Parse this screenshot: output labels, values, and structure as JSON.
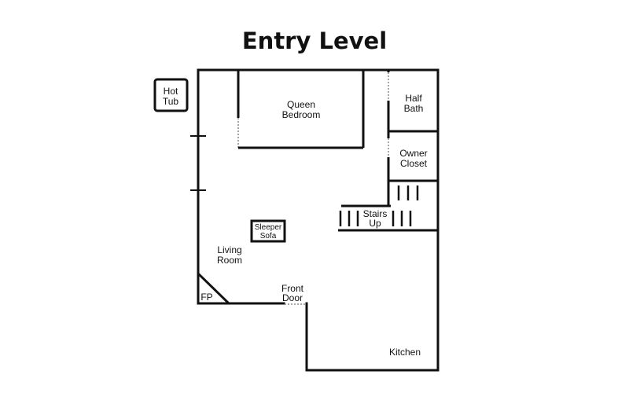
{
  "title": "Entry Level",
  "colors": {
    "ink": "#111111",
    "background": "#ffffff",
    "door": "#888888"
  },
  "rooms": {
    "hot_tub": [
      "Hot",
      "Tub"
    ],
    "queen_bedroom": [
      "Queen",
      "Bedroom"
    ],
    "half_bath": [
      "Half",
      "Bath"
    ],
    "owner_closet": [
      "Owner",
      "Closet"
    ],
    "stairs": [
      "Stairs",
      "Up"
    ],
    "sleeper_sofa": [
      "Sleeper",
      "Sofa"
    ],
    "living_room": [
      "Living",
      "Room"
    ],
    "fireplace": "FP",
    "front_door": [
      "Front",
      "Door"
    ],
    "kitchen": "Kitchen"
  }
}
